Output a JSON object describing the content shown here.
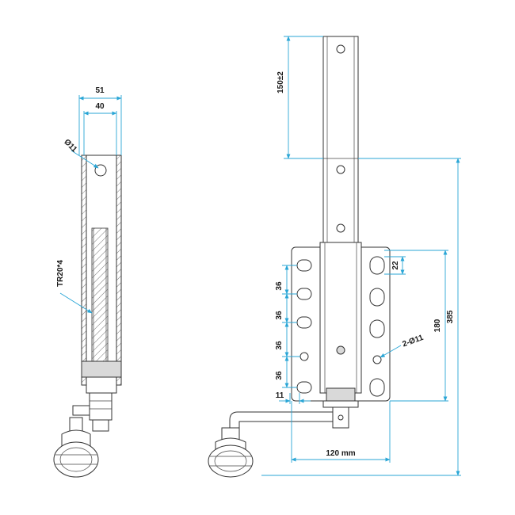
{
  "dimensions": {
    "width_outer": "51",
    "width_inner": "40",
    "hole_dia": "Ø11",
    "thread": "TR20*4",
    "stroke_top": "150±2",
    "pitch_1": "36",
    "pitch_2": "36",
    "pitch_3": "36",
    "pitch_4": "36",
    "bottom_offset": "11",
    "slot_length": "22",
    "slot_span": "180",
    "total_height": "385",
    "holes": "2-Ø11",
    "crank_reach": "120 mm"
  },
  "colors": {
    "dimension_line": "#2aa6d6",
    "outline": "#333333"
  }
}
